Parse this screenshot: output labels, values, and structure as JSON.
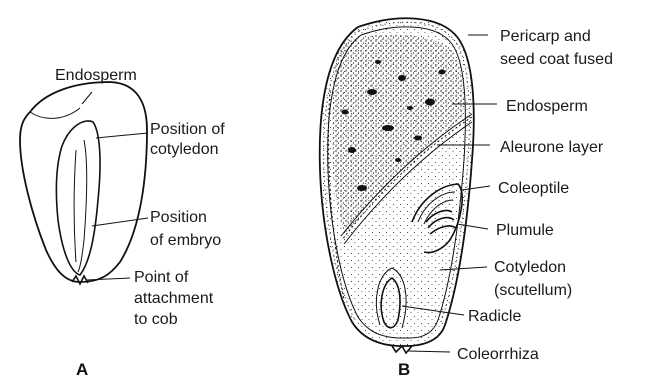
{
  "panel_a": {
    "letter": "A",
    "labels": {
      "endosperm": "Endosperm",
      "position_cotyledon_1": "Position of",
      "position_cotyledon_2": "cotyledon",
      "position_embryo_1": "Position",
      "position_embryo_2": "of embryo",
      "attachment_1": "Point of",
      "attachment_2": "attachment",
      "attachment_3": "to cob"
    }
  },
  "panel_b": {
    "letter": "B",
    "labels": {
      "pericarp_1": "Pericarp and",
      "pericarp_2": "seed coat fused",
      "endosperm": "Endosperm",
      "aleurone": "Aleurone layer",
      "coleoptile": "Coleoptile",
      "plumule": "Plumule",
      "cotyledon_1": "Cotyledon",
      "cotyledon_2": "(scutellum)",
      "radicle": "Radicle",
      "coleorrhiza": "Coleorrhiza"
    }
  }
}
